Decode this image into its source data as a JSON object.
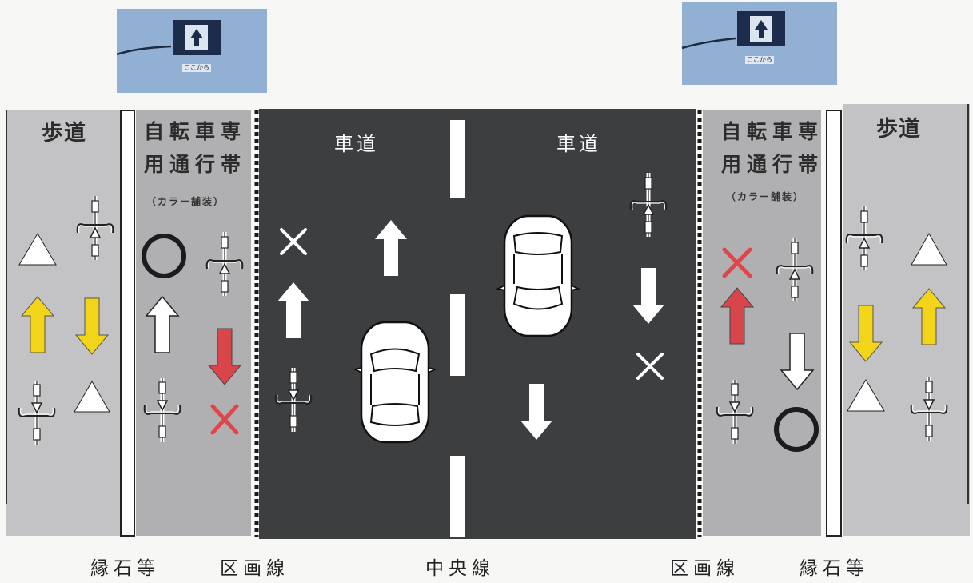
{
  "signs": [
    {
      "name": "sign-left",
      "text": "ここから"
    },
    {
      "name": "sign-right",
      "text": "ここから"
    }
  ],
  "zones": {
    "sidewalk_left": "歩道",
    "bike_lane_left": [
      "自転車専",
      "用通行帯"
    ],
    "bike_lane_left_note": "（カラー舗装）",
    "road_left": "車道",
    "road_right": "車道",
    "bike_lane_right": [
      "自転車専",
      "用通行帯"
    ],
    "bike_lane_right_note": "（カラー舗装）",
    "sidewalk_right": "歩道"
  },
  "bottom_labels": [
    "縁石等",
    "区画線",
    "中央線",
    "区画線",
    "縁石等"
  ],
  "colors": {
    "sidewalk": "#c3c3c5",
    "bike_lane": "#b0b0b2",
    "road": "#3d3e40",
    "sign": "#92b0d4",
    "arrow_yellow": "#f2d418",
    "arrow_red": "#d8454b",
    "arrow_white": "#ffffff",
    "cross_red": "#e0454a",
    "cross_white": "#ffffff",
    "circle": "#1c1c1c"
  },
  "markers": {
    "sidewalk_left": [
      "white-triangle",
      "bicycle",
      "yellow-arrow-up",
      "yellow-arrow-down",
      "bicycle",
      "white-triangle"
    ],
    "bike_lane_left": [
      "black-circle",
      "bicycle",
      "white-arrow-up",
      "red-arrow-down",
      "bicycle",
      "red-cross"
    ],
    "road": [
      "white-cross",
      "white-arrow-up",
      "white-arrow-up",
      "bicycle",
      "car",
      "car",
      "white-arrow-down",
      "bicycle",
      "white-arrow-down",
      "white-cross"
    ],
    "bike_lane_right": [
      "red-cross",
      "red-arrow-up",
      "bicycle",
      "white-arrow-down",
      "bicycle",
      "black-circle"
    ],
    "sidewalk_right": [
      "bicycle",
      "white-triangle",
      "yellow-arrow-down",
      "yellow-arrow-up",
      "white-triangle",
      "bicycle"
    ]
  }
}
